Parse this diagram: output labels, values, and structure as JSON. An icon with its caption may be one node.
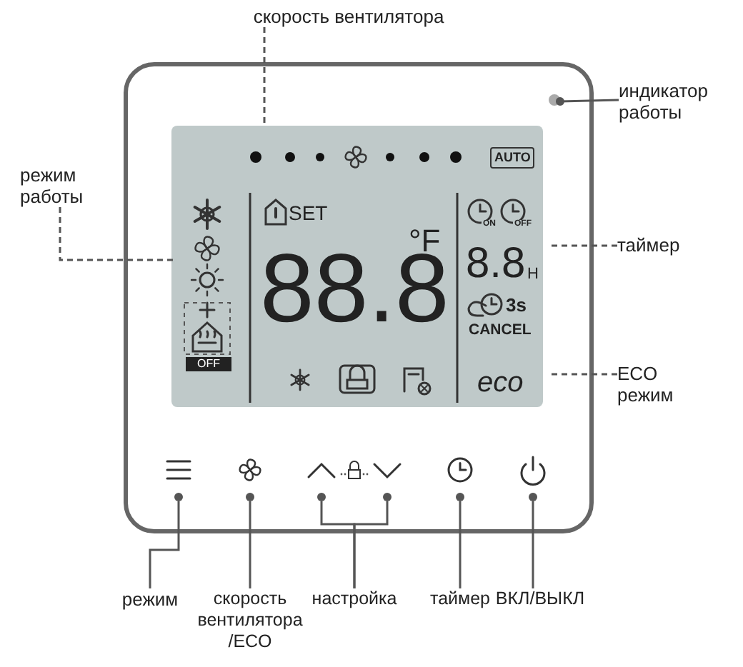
{
  "diagram": {
    "nodes": [
      {
        "text": [
          "скорость вентилятора"
        ]
      },
      {
        "text": [
          "индикатор работы"
        ]
      },
      {
        "text": [],
        "shape": "circle"
      },
      {
        "text": [
          "режим работы"
        ]
      },
      {
        "text": [
          "таймер"
        ]
      },
      {
        "text": [
          "ECO режим"
        ]
      },
      {
        "text": [],
        "shape": "button"
      },
      {
        "text": [],
        "shape": "button"
      },
      {
        "text": [],
        "shape": "button"
      },
      {
        "text": [],
        "shape": "button"
      },
      {
        "text": [],
        "shape": "button"
      },
      {
        "text": [],
        "shape": "button"
      },
      {
        "text": [
          "режим"
        ]
      },
      {
        "text": [
          "скорость вентилятора /ECO"
        ]
      },
      {
        "text": [
          "настройка"
        ]
      },
      {
        "text": [
          "таймер"
        ]
      },
      {
        "text": [
          "ВКЛ/ВЫКЛ"
        ]
      }
    ],
    "edges": [
      {
        "from": 0,
        "to": null,
        "arrow": "none",
        "style": "dashed"
      },
      {
        "from": 1,
        "to": 2,
        "arrow": "other"
      },
      {
        "from": 3,
        "to": null,
        "arrow": "none",
        "style": "dashed"
      },
      {
        "from": 4,
        "to": null,
        "arrow": "none",
        "style": "dashed"
      },
      {
        "from": 5,
        "to": null,
        "arrow": "none",
        "style": "dashed"
      },
      {
        "from": 12,
        "to": 6,
        "arrow": "none"
      },
      {
        "from": 13,
        "to": 7,
        "arrow": "none"
      },
      {
        "from": 14,
        "to": 8,
        "arrow": "none"
      },
      {
        "from": 14,
        "to": 9,
        "arrow": "none"
      },
      {
        "from": 15,
        "to": 10,
        "arrow": "none"
      },
      {
        "from": 16,
        "to": 11,
        "arrow": "none"
      }
    ],
    "labels": [
      "AUTO",
      "SET",
      "ON",
      "OFF",
      "°F",
      "88.8",
      "8.8",
      "H",
      "3s",
      "CANCEL",
      "OFF",
      "eco"
    ]
  }
}
